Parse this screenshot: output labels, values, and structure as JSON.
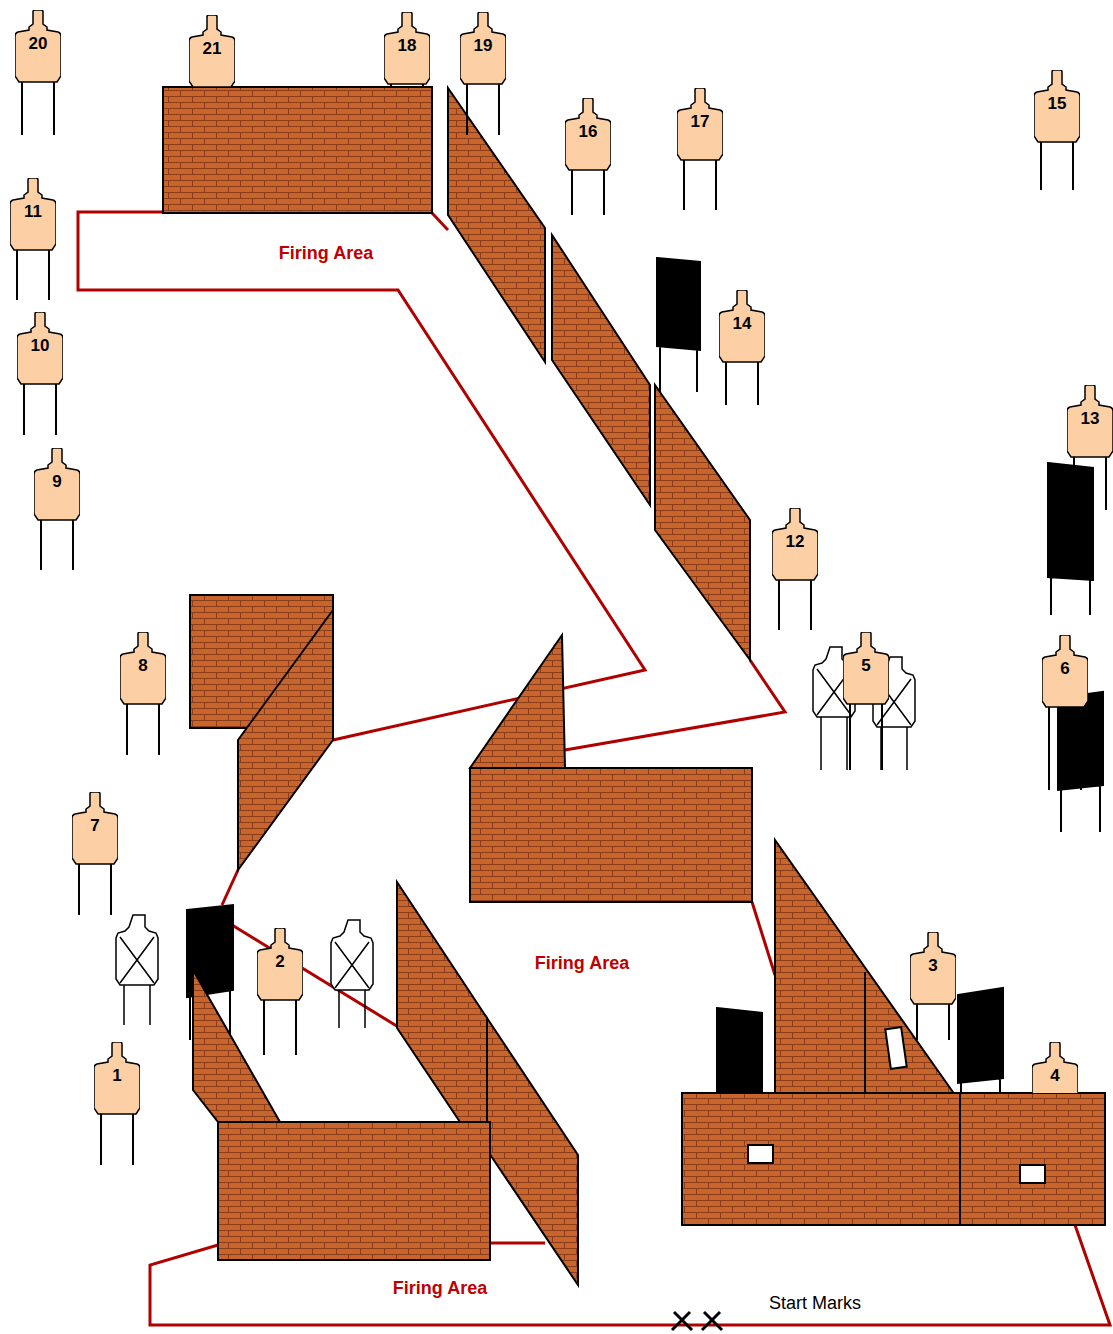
{
  "diagram": {
    "nodes": [
      {
        "text": [
          "20"
        ]
      },
      {
        "text": [
          "21"
        ]
      },
      {
        "text": [
          "18"
        ]
      },
      {
        "text": [
          "19"
        ]
      },
      {
        "text": [
          "16"
        ]
      },
      {
        "text": [
          "17"
        ]
      },
      {
        "text": [
          "15"
        ]
      },
      {
        "text": [
          "11"
        ]
      },
      {
        "text": [
          "14"
        ]
      },
      {
        "text": [
          "10"
        ]
      },
      {
        "text": [
          "13"
        ]
      },
      {
        "text": [
          "9"
        ]
      },
      {
        "text": [
          "12"
        ]
      },
      {
        "text": [
          "8"
        ]
      },
      {
        "text": [
          "5"
        ]
      },
      {
        "text": [
          "6"
        ]
      },
      {
        "text": [
          "7"
        ]
      },
      {
        "text": [
          "2"
        ]
      },
      {
        "text": [
          "3"
        ]
      },
      {
        "text": [
          "1"
        ]
      },
      {
        "text": [
          "4"
        ]
      }
    ],
    "labels": [
      "Firing Area",
      "Firing Area",
      "Firing Area",
      "Start Marks"
    ]
  }
}
